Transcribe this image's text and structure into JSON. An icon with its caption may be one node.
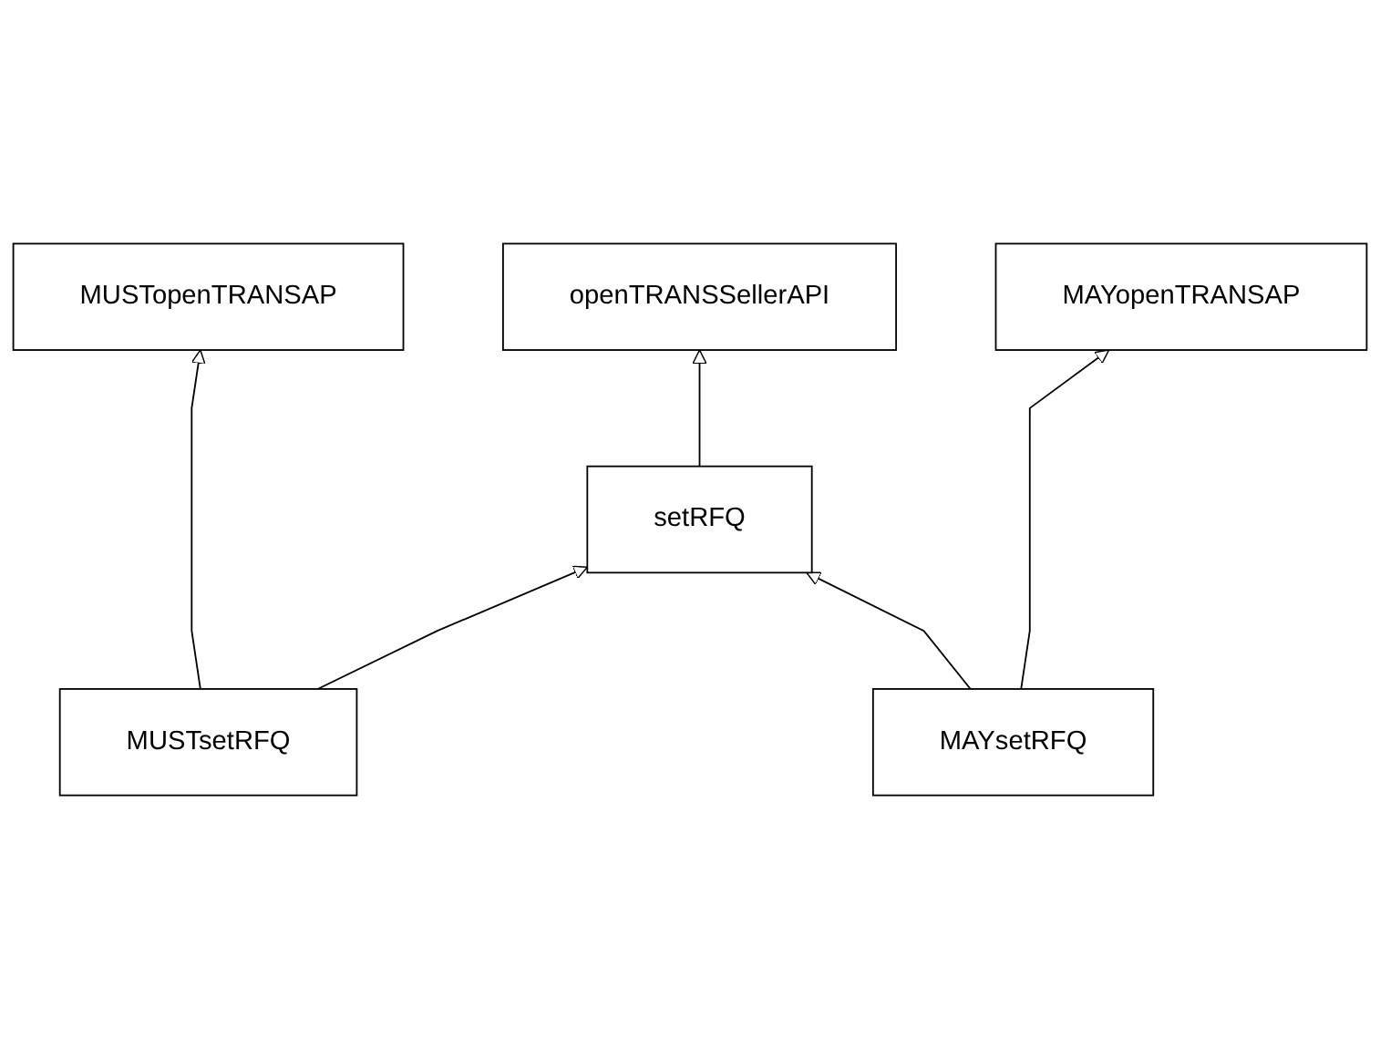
{
  "diagram": {
    "nodes": [
      {
        "text": [
          "MAYopenTRANSAP"
        ]
      },
      {
        "text": [
          "MUSTopenTRANSAP"
        ]
      },
      {
        "text": [
          "openTRANSSellerAPI"
        ]
      },
      {
        "text": [
          "setRFQ"
        ]
      },
      {
        "text": [
          "MUSTsetRFQ"
        ]
      },
      {
        "text": [
          "MAYsetRFQ"
        ]
      }
    ],
    "edges": [
      {
        "from": 3,
        "to": 2,
        "arrow": "to"
      },
      {
        "from": 4,
        "to": 1,
        "arrow": "to"
      },
      {
        "from": 4,
        "to": 3,
        "arrow": "to"
      },
      {
        "from": 5,
        "to": 0,
        "arrow": "to"
      },
      {
        "from": 5,
        "to": 3,
        "arrow": "to"
      }
    ]
  }
}
